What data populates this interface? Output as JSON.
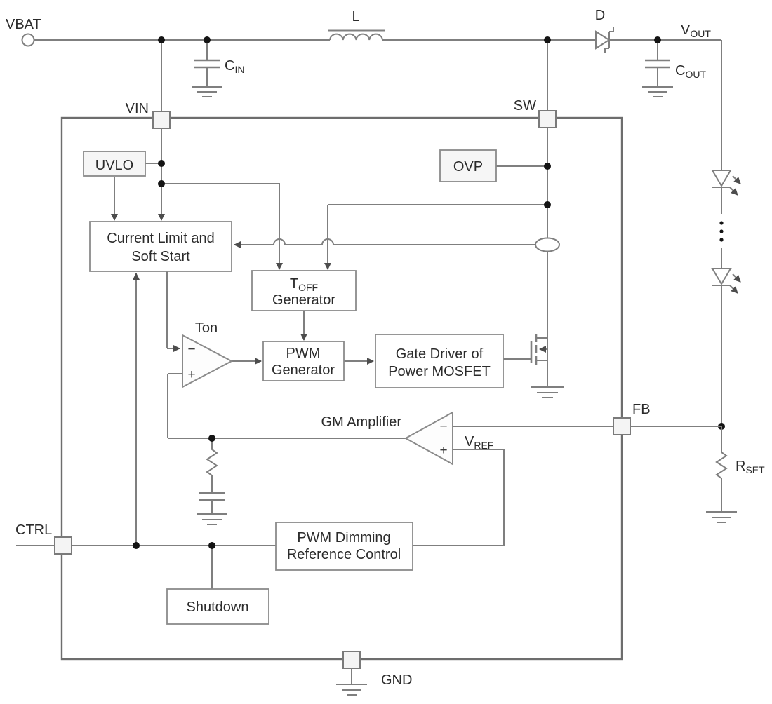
{
  "colors": {
    "wire": "#7f7f7f",
    "box_border": "#8a8a8a",
    "text": "#2b2b2b",
    "junction_dot": "#141414",
    "background": "#ffffff"
  },
  "external": {
    "vbat": "VBAT",
    "inductor": "L",
    "diode": "D",
    "vout": {
      "main": "V",
      "sub": "OUT"
    },
    "cin": {
      "main": "C",
      "sub": "IN"
    },
    "cout": {
      "main": "C",
      "sub": "OUT"
    },
    "rset": {
      "main": "R",
      "sub": "SET"
    }
  },
  "pins": {
    "vin": "VIN",
    "sw": "SW",
    "fb": "FB",
    "ctrl": "CTRL",
    "gnd": "GND"
  },
  "blocks": {
    "uvlo": "UVLO",
    "ovp": "OVP",
    "current_limit": {
      "line1": "Current Limit and",
      "line2": "Soft Start"
    },
    "toff": {
      "main": "T",
      "sub": "OFF",
      "line2": "Generator"
    },
    "pwm_generator": {
      "line1": "PWM",
      "line2": "Generator"
    },
    "gate_driver": {
      "line1": "Gate Driver of",
      "line2": "Power MOSFET"
    },
    "pwm_dimming": {
      "line1": "PWM Dimming",
      "line2": "Reference Control"
    },
    "shutdown": "Shutdown"
  },
  "amplifiers": {
    "ton_label": "Ton",
    "gm_label": "GM Amplifier",
    "vref": {
      "main": "V",
      "sub": "REF"
    },
    "minus": "−",
    "plus": "+"
  }
}
